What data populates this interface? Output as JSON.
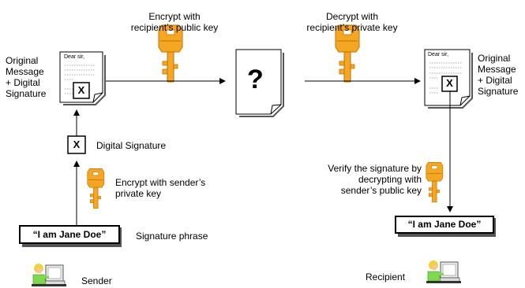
{
  "labels": {
    "encrypt_public": "Encrypt with\nrecipient’s public key",
    "decrypt_private": "Decrypt with\nrecipient’s private key",
    "original_left": "Original\nMessage\n+ Digital\nSignature",
    "original_right": "Original\nMessage\n+ Digital\nSignature",
    "digital_signature": "Digital Signature",
    "encrypt_sender": "Encrypt with sender’s\nprivate key",
    "signature_phrase": "Signature phrase",
    "verify": "Verify the signature by\ndecrypting with\nsender’s public key",
    "sender": "Sender",
    "recipient": "Recipient"
  },
  "doc_text": {
    "dear_left": "Dear sir,",
    "dear_right": "Dear sir,",
    "x_mark": "X",
    "question": "?"
  },
  "phrases": {
    "left": "“I am Jane Doe”",
    "right": "“I am Jane Doe”"
  },
  "colors": {
    "key": "#f5a623",
    "key_dark": "#c07200",
    "person_shirt": "#7fd94e",
    "person_hair": "#f0d23a"
  },
  "icons": [
    "document-icon",
    "key-icon",
    "person-at-computer-icon",
    "arrow-icon"
  ]
}
